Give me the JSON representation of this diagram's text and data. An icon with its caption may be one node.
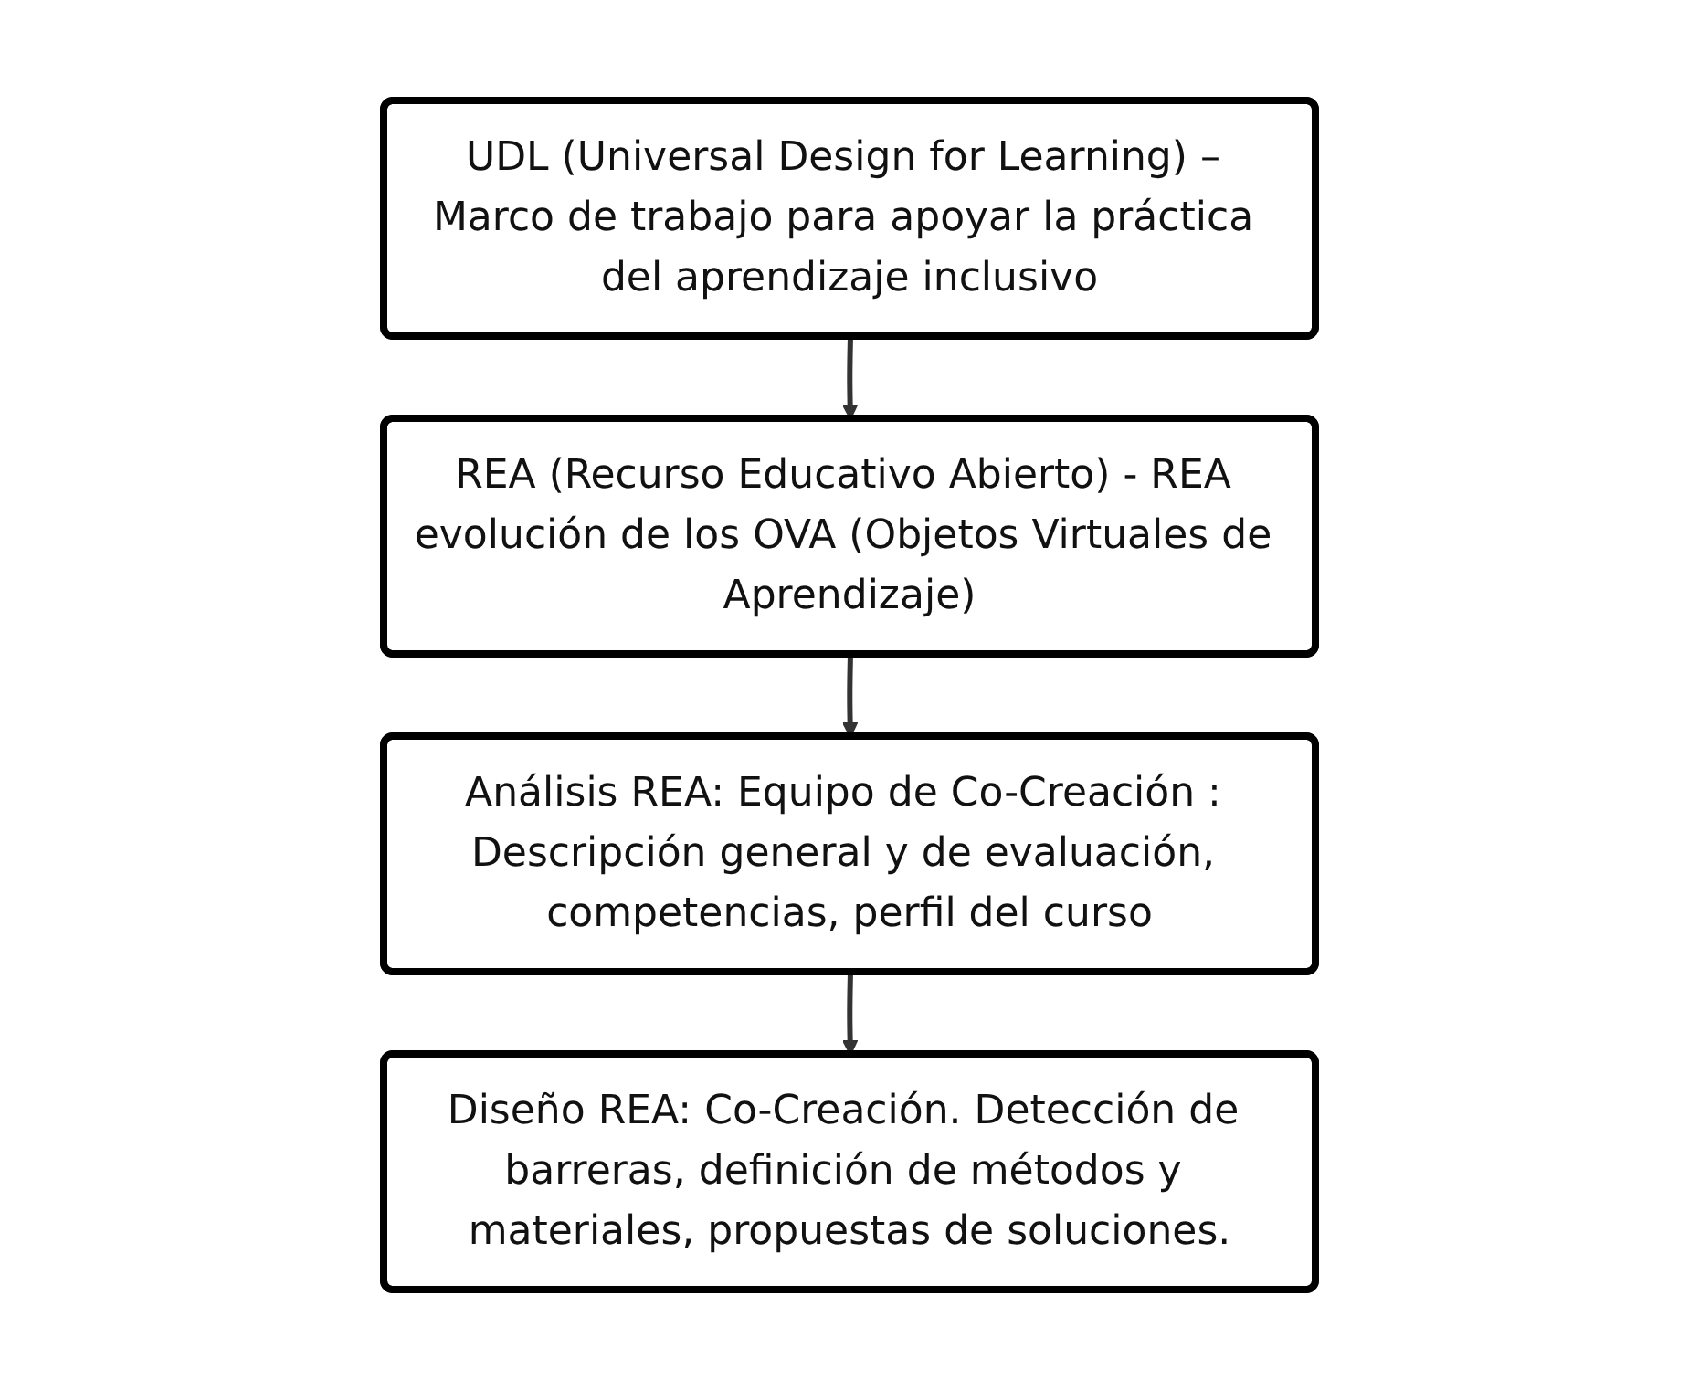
{
  "diagram": {
    "nodes": [
      {
        "text": [
          "UDL (Universal Design for Learning) – Marco de trabajo para apoyar la práctica del aprendizaje inclusivo"
        ]
      },
      {
        "text": [
          "REA (Recurso Educativo Abierto) - REA evolución de los OVA (Objetos Virtuales de Aprendizaje)"
        ]
      },
      {
        "text": [
          "Análisis REA: Equipo de Co-Creación : Descripción general y de evaluación, competencias, perfil del curso"
        ]
      },
      {
        "text": [
          "Diseño REA: Co-Creación. Detección de barreras, definición de métodos y materiales, propuestas de soluciones."
        ]
      }
    ],
    "edges": [
      {
        "from": 0,
        "to": 1,
        "arrow": "to"
      },
      {
        "from": 1,
        "to": 2,
        "arrow": "to"
      },
      {
        "from": 2,
        "to": 3,
        "arrow": "to"
      }
    ]
  }
}
